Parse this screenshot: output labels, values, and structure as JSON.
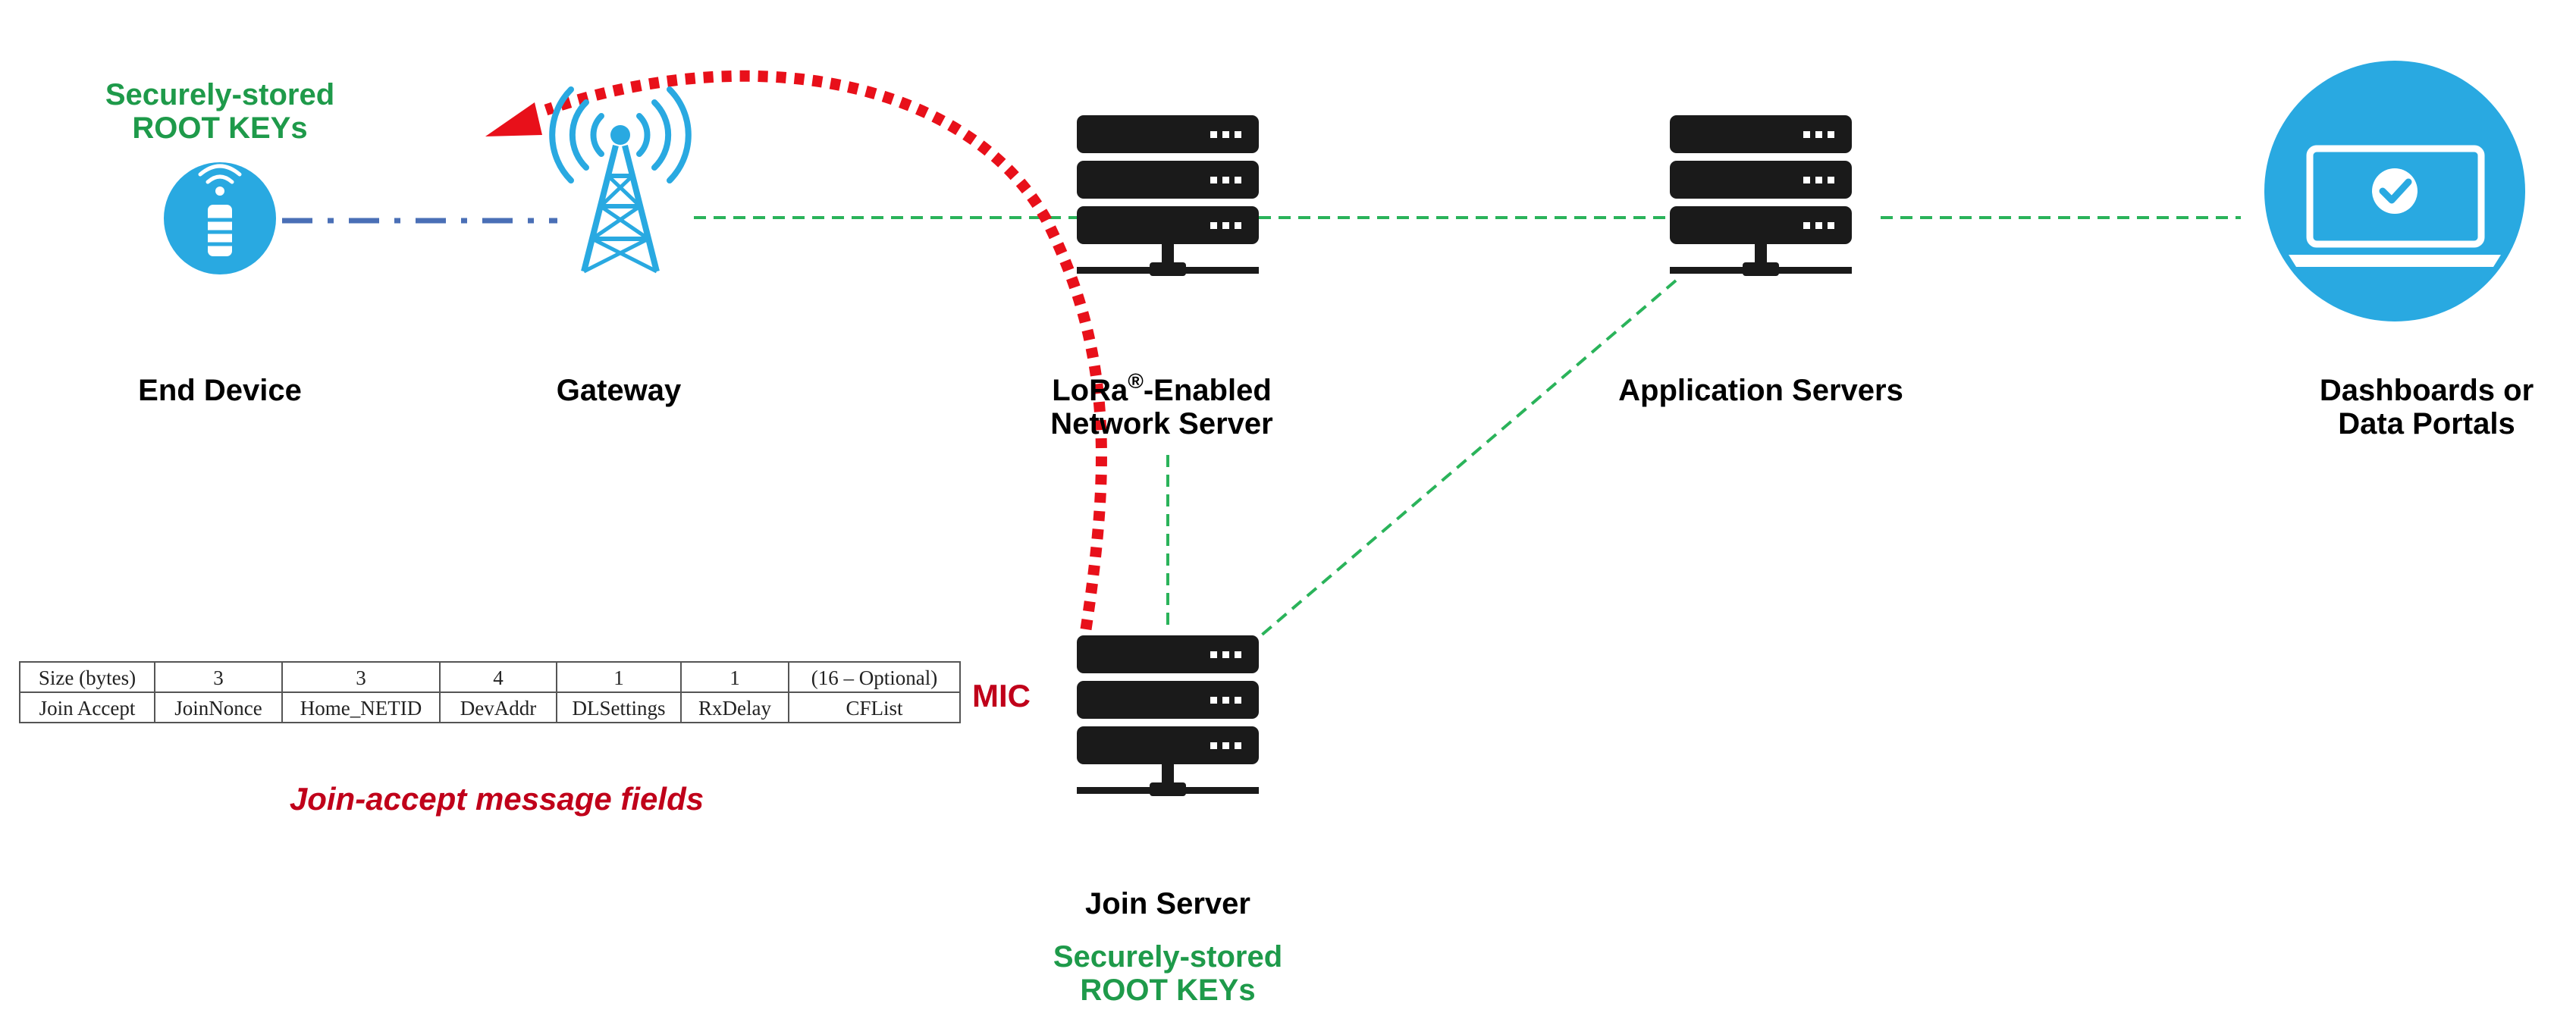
{
  "colors": {
    "green": "#1e9a4a",
    "red": "#c0001a",
    "dash_red": "#e8101a",
    "blue_icon": "#29a9e1",
    "blue_dash": "#4a6fb6",
    "green_dash": "#2ab35a",
    "server": "#1a1a1a"
  },
  "nodes": {
    "end_device": {
      "label": "End Device",
      "icon": "end-device-icon"
    },
    "gateway": {
      "label": "Gateway",
      "icon": "antenna-tower-icon"
    },
    "network_server": {
      "label_prefix": "LoRa",
      "label_sup": "®",
      "label_suffix": "-Enabled",
      "label_line2": "Network Server",
      "icon": "server-rack-icon"
    },
    "application_servers": {
      "label": "Application Servers",
      "icon": "server-rack-icon"
    },
    "dashboards": {
      "label_line1": "Dashboards or",
      "label_line2": "Data Portals",
      "icon": "laptop-check-icon"
    },
    "join_server": {
      "label": "Join Server",
      "icon": "server-rack-icon"
    }
  },
  "root_keys_top": {
    "line1": "Securely-stored",
    "line2": "ROOT KEYs"
  },
  "root_keys_bottom": {
    "line1": "Securely-stored",
    "line2": "ROOT KEYs"
  },
  "join_accept_table": {
    "rows": [
      [
        "Size (bytes)",
        "3",
        "3",
        "4",
        "1",
        "1",
        "(16 – Optional)"
      ],
      [
        "Join Accept",
        "JoinNonce",
        "Home_NETID",
        "DevAddr",
        "DLSettings",
        "RxDelay",
        "CFList"
      ]
    ],
    "mic_label": "MIC",
    "caption": "Join-accept message fields"
  }
}
